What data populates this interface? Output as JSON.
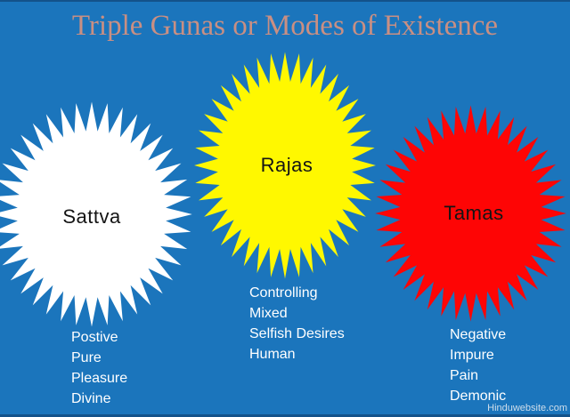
{
  "title": "Triple Gunas or Modes of Existence",
  "watermark": "Hinduwebsite.com",
  "colors": {
    "background": "#1B75BC",
    "title": "#C98F83",
    "sattva": "#FFFFFF",
    "rajas": "#FFF800",
    "tamas": "#FE0505",
    "label": "#141414",
    "list_text": "#FFFFFF",
    "watermark": "#CFDEEB"
  },
  "gunas": [
    {
      "name": "Sattva",
      "traits": [
        "Postive",
        "Pure",
        "Pleasure",
        "Divine"
      ]
    },
    {
      "name": "Rajas",
      "traits": [
        "Controlling",
        "Mixed",
        "Selfish Desires",
        "Human"
      ]
    },
    {
      "name": "Tamas",
      "traits": [
        "Negative",
        "Impure",
        "Pain",
        "Demonic"
      ]
    }
  ]
}
